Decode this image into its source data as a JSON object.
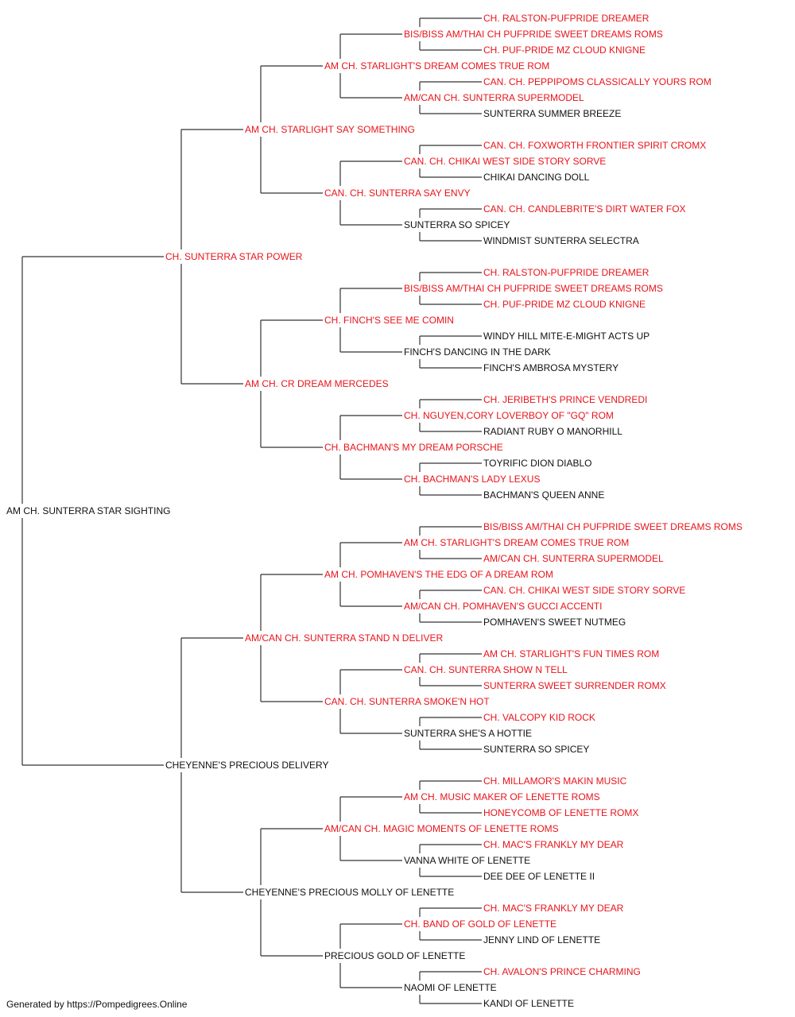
{
  "colors": {
    "champion_text": "#e8141b",
    "normal_text": "#111111",
    "connector": "#333333",
    "background": "#ffffff"
  },
  "pedigree": {
    "name": "AM CH. SUNTERRA STAR SIGHTING",
    "champion": false,
    "sire": {
      "name": "CH. SUNTERRA STAR POWER",
      "champion": true,
      "sire": {
        "name": "AM CH. STARLIGHT SAY SOMETHING",
        "champion": true,
        "sire": {
          "name": "AM CH. STARLIGHT'S DREAM COMES TRUE ROM",
          "champion": true,
          "sire": {
            "name": "BIS/BISS AM/THAI CH PUFPRIDE SWEET DREAMS ROMS",
            "champion": true,
            "sire": {
              "name": "CH. RALSTON-PUFPRIDE DREAMER",
              "champion": true
            },
            "dam": {
              "name": "CH. PUF-PRIDE MZ CLOUD KNIGNE",
              "champion": true
            }
          },
          "dam": {
            "name": "AM/CAN CH. SUNTERRA SUPERMODEL",
            "champion": true,
            "sire": {
              "name": "CAN. CH. PEPPIPOMS CLASSICALLY YOURS ROM",
              "champion": true
            },
            "dam": {
              "name": "SUNTERRA SUMMER BREEZE",
              "champion": false
            }
          }
        },
        "dam": {
          "name": "CAN. CH. SUNTERRA SAY ENVY",
          "champion": true,
          "sire": {
            "name": "CAN. CH. CHIKAI WEST SIDE STORY SORVE",
            "champion": true,
            "sire": {
              "name": "CAN. CH. FOXWORTH FRONTIER SPIRIT CROMX",
              "champion": true
            },
            "dam": {
              "name": "CHIKAI DANCING DOLL",
              "champion": false
            }
          },
          "dam": {
            "name": "SUNTERRA SO SPICEY",
            "champion": false,
            "sire": {
              "name": "CAN. CH. CANDLEBRITE'S DIRT WATER FOX",
              "champion": true
            },
            "dam": {
              "name": "WINDMIST SUNTERRA SELECTRA",
              "champion": false
            }
          }
        }
      },
      "dam": {
        "name": "AM CH. CR DREAM MERCEDES",
        "champion": true,
        "sire": {
          "name": "CH. FINCH'S SEE ME COMIN",
          "champion": true,
          "sire": {
            "name": "BIS/BISS AM/THAI CH PUFPRIDE SWEET DREAMS ROMS",
            "champion": true,
            "sire": {
              "name": "CH. RALSTON-PUFPRIDE DREAMER",
              "champion": true
            },
            "dam": {
              "name": "CH. PUF-PRIDE MZ CLOUD KNIGNE",
              "champion": true
            }
          },
          "dam": {
            "name": "FINCH'S DANCING IN THE DARK",
            "champion": false,
            "sire": {
              "name": "WINDY HILL MITE-E-MIGHT ACTS UP",
              "champion": false
            },
            "dam": {
              "name": "FINCH'S AMBROSA MYSTERY",
              "champion": false
            }
          }
        },
        "dam": {
          "name": "CH. BACHMAN'S MY DREAM PORSCHE",
          "champion": true,
          "sire": {
            "name": "CH. NGUYEN,CORY LOVERBOY OF \"GQ\" ROM",
            "champion": true,
            "sire": {
              "name": "CH. JERIBETH'S PRINCE VENDREDI",
              "champion": true
            },
            "dam": {
              "name": "RADIANT RUBY O MANORHILL",
              "champion": false
            }
          },
          "dam": {
            "name": "CH. BACHMAN'S LADY LEXUS",
            "champion": true,
            "sire": {
              "name": "TOYRIFIC DION DIABLO",
              "champion": false
            },
            "dam": {
              "name": "BACHMAN'S QUEEN ANNE",
              "champion": false
            }
          }
        }
      }
    },
    "dam": {
      "name": "CHEYENNE'S PRECIOUS DELIVERY",
      "champion": false,
      "sire": {
        "name": "AM/CAN CH. SUNTERRA STAND N DELIVER",
        "champion": true,
        "sire": {
          "name": "AM CH. POMHAVEN'S THE EDG OF A DREAM ROM",
          "champion": true,
          "sire": {
            "name": "AM CH. STARLIGHT'S DREAM COMES TRUE ROM",
            "champion": true,
            "sire": {
              "name": "BIS/BISS AM/THAI CH PUFPRIDE SWEET DREAMS ROMS",
              "champion": true
            },
            "dam": {
              "name": "AM/CAN CH. SUNTERRA SUPERMODEL",
              "champion": true
            }
          },
          "dam": {
            "name": "AM/CAN CH. POMHAVEN'S GUCCI ACCENTI",
            "champion": true,
            "sire": {
              "name": "CAN. CH. CHIKAI WEST SIDE STORY SORVE",
              "champion": true
            },
            "dam": {
              "name": "POMHAVEN'S SWEET NUTMEG",
              "champion": false
            }
          }
        },
        "dam": {
          "name": "CAN. CH. SUNTERRA SMOKE'N HOT",
          "champion": true,
          "sire": {
            "name": "CAN. CH. SUNTERRA SHOW N TELL",
            "champion": true,
            "sire": {
              "name": "AM CH. STARLIGHT'S FUN TIMES ROM",
              "champion": true
            },
            "dam": {
              "name": "SUNTERRA SWEET SURRENDER ROMX",
              "champion": true
            }
          },
          "dam": {
            "name": "SUNTERRA SHE'S A HOTTIE",
            "champion": false,
            "sire": {
              "name": "CH. VALCOPY KID ROCK",
              "champion": true
            },
            "dam": {
              "name": "SUNTERRA SO SPICEY",
              "champion": false
            }
          }
        }
      },
      "dam": {
        "name": "CHEYENNE'S PRECIOUS MOLLY OF LENETTE",
        "champion": false,
        "sire": {
          "name": "AM/CAN CH. MAGIC MOMENTS OF LENETTE ROMS",
          "champion": true,
          "sire": {
            "name": "AM CH. MUSIC MAKER OF LENETTE ROMS",
            "champion": true,
            "sire": {
              "name": "CH. MILLAMOR'S MAKIN MUSIC",
              "champion": true
            },
            "dam": {
              "name": "HONEYCOMB OF LENETTE ROMX",
              "champion": true
            }
          },
          "dam": {
            "name": "VANNA WHITE OF LENETTE",
            "champion": false,
            "sire": {
              "name": "CH. MAC'S FRANKLY MY DEAR",
              "champion": true
            },
            "dam": {
              "name": "DEE DEE OF LENETTE II",
              "champion": false
            }
          }
        },
        "dam": {
          "name": "PRECIOUS GOLD OF LENETTE",
          "champion": false,
          "sire": {
            "name": "CH. BAND OF GOLD OF LENETTE",
            "champion": true,
            "sire": {
              "name": "CH. MAC'S FRANKLY MY DEAR",
              "champion": true
            },
            "dam": {
              "name": "JENNY LIND OF LENETTE",
              "champion": false
            }
          },
          "dam": {
            "name": "NAOMI OF LENETTE",
            "champion": false,
            "sire": {
              "name": "CH. AVALON'S PRINCE CHARMING",
              "champion": true
            },
            "dam": {
              "name": "KANDI OF LENETTE",
              "champion": false
            }
          }
        }
      }
    }
  },
  "footer": "Generated by https://Pompedigrees.Online"
}
